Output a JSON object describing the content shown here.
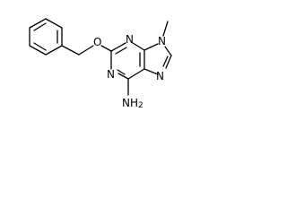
{
  "molecule": {
    "atom_labels": {
      "ether_oxygen": "O",
      "n3": "N",
      "n1": "N",
      "n9": "N",
      "n7": "N",
      "amine_n": "NH",
      "amine_h2_subscript": "2"
    },
    "colors": {
      "bond": "#000000",
      "text": "#000000",
      "background": "#ffffff"
    }
  }
}
